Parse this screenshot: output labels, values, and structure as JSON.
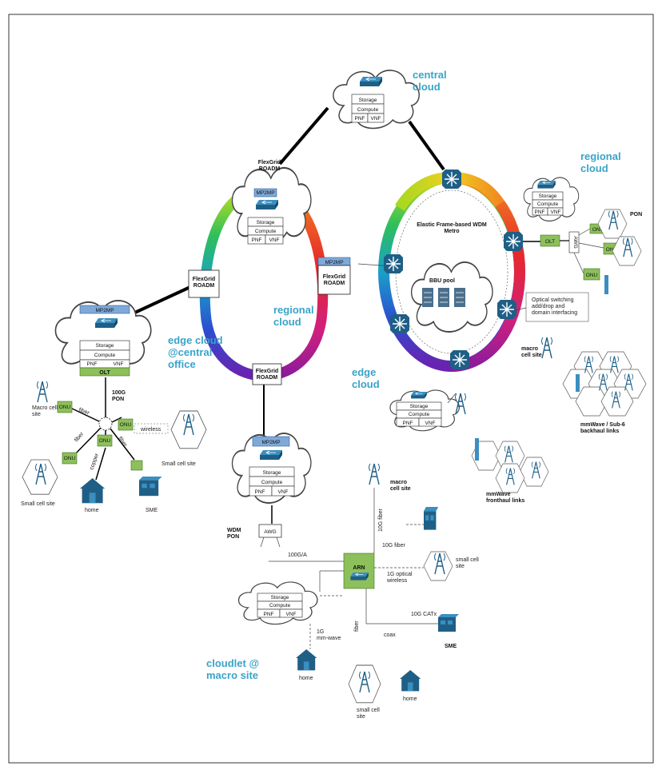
{
  "titles": {
    "central_cloud": "central\ncloud",
    "regional_cloud_right": "regional\ncloud",
    "regional_cloud_center": "regional\ncloud",
    "edge_cloud_center_office": "edge cloud\n@central\noffice",
    "edge_cloud_right": "edge\ncloud",
    "cloudlet": "cloudlet @\nmacro site"
  },
  "stack": {
    "storage": "Storage",
    "compute": "Compute",
    "pnf": "PNF",
    "vnf": "VNF"
  },
  "labels": {
    "flexgrid_roadm": "FlexGrid\nROADM",
    "mp2mp": "MP2MP",
    "olt": "OLT",
    "onu": "ONU",
    "awg": "AWG",
    "arn": "ARN",
    "pon_100g": "100G\nPON",
    "pon": "PON",
    "elastic_metro": "Elastic Frame-based WDM\nMetro",
    "bbu_pool": "BBU pool",
    "optical_switching": "Optical switching\nadd/drop and\ndomain interfacing",
    "macro_cell_site": "macro\ncell site",
    "macro_cell_site_left": "Macro cell\nsite",
    "small_cell_site": "Small cell site",
    "small_cell_site_lower": "small cell\nsite",
    "home": "home",
    "sme": "SME",
    "fiber": "fiber",
    "copper": "copper",
    "wireless": "wireless",
    "wdm_pon": "WDM\nPON",
    "mmwave_backhaul": "mmWave / Sub-6\nbackhaul links",
    "mmwave_fronthaul": "mmWave\nfronthaul links",
    "fiber_10g": "10G fiber",
    "fiber_10g_vertical": "10G fiber",
    "ga_100g": "100G/A",
    "optical_wireless_1g": "1G optical\nwireless",
    "catx_10g": "10G CATx",
    "coax": "coax",
    "mmwave_1g": "1G\nmm-wave",
    "fiber_lower": "fiber"
  },
  "colors": {
    "title_blue": "#3aa3c9",
    "device_blue": "#1f5f86",
    "green_box": "#8dc05a",
    "mp2mp_box": "#7fa9d8"
  }
}
